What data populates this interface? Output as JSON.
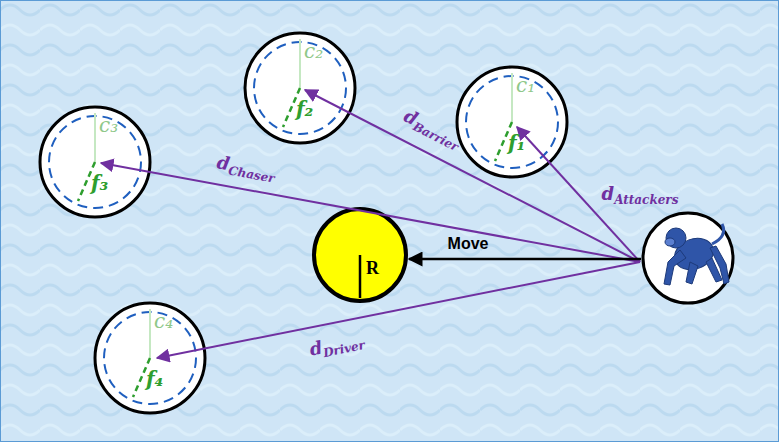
{
  "diagram": {
    "nodes": [
      {
        "text": [
          "c₁",
          "f₁"
        ]
      },
      {
        "text": [
          "c₂",
          "f₂"
        ]
      },
      {
        "text": [
          "c₃",
          "f₃"
        ]
      },
      {
        "text": [
          "c₄",
          "f₄"
        ]
      },
      {
        "text": [
          "R"
        ]
      }
    ],
    "labels": [
      "d",
      "Attackers",
      "d",
      "Barrier",
      "d",
      "Chaser",
      "d",
      "Driver",
      "Move"
    ]
  }
}
